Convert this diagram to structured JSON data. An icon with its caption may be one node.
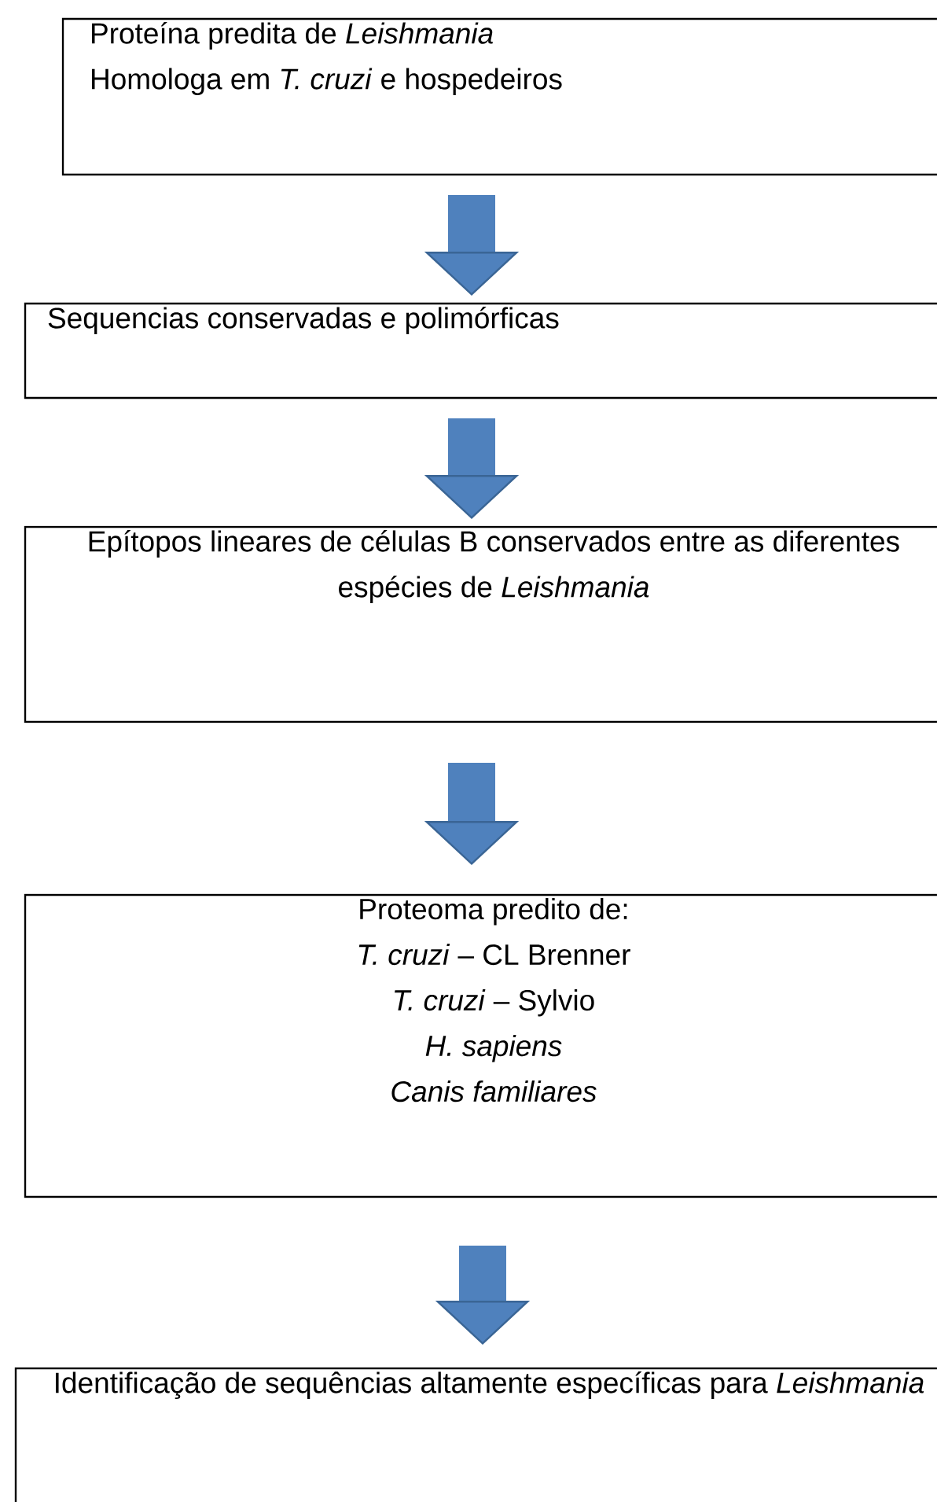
{
  "diagram": {
    "nodes": [
      {
        "text": [
          "Proteína predita de *Leishmania*",
          "Homologa em *T. cruzi* e hospedeiros"
        ]
      },
      {
        "text": [
          "Sequencias conservadas e polimórficas"
        ]
      },
      {
        "text": [
          "Epítopos lineares de células B conservados entre as diferentes espécies de *Leishmania*"
        ]
      },
      {
        "text": [
          "Proteoma predito de:",
          "*T. cruzi* – CL Brenner",
          "*T. cruzi* – Sylvio",
          "*H. sapiens*",
          "*Canis familiares*"
        ]
      },
      {
        "text": [
          "Identificação de sequências altamente específicas para *Leishmania*"
        ]
      }
    ],
    "edges": [
      {
        "from": 0,
        "to": 1,
        "arrow": "to"
      },
      {
        "from": 1,
        "to": 2,
        "arrow": "to"
      },
      {
        "from": 2,
        "to": 3,
        "arrow": "to"
      },
      {
        "from": 3,
        "to": 4,
        "arrow": "to"
      }
    ]
  }
}
